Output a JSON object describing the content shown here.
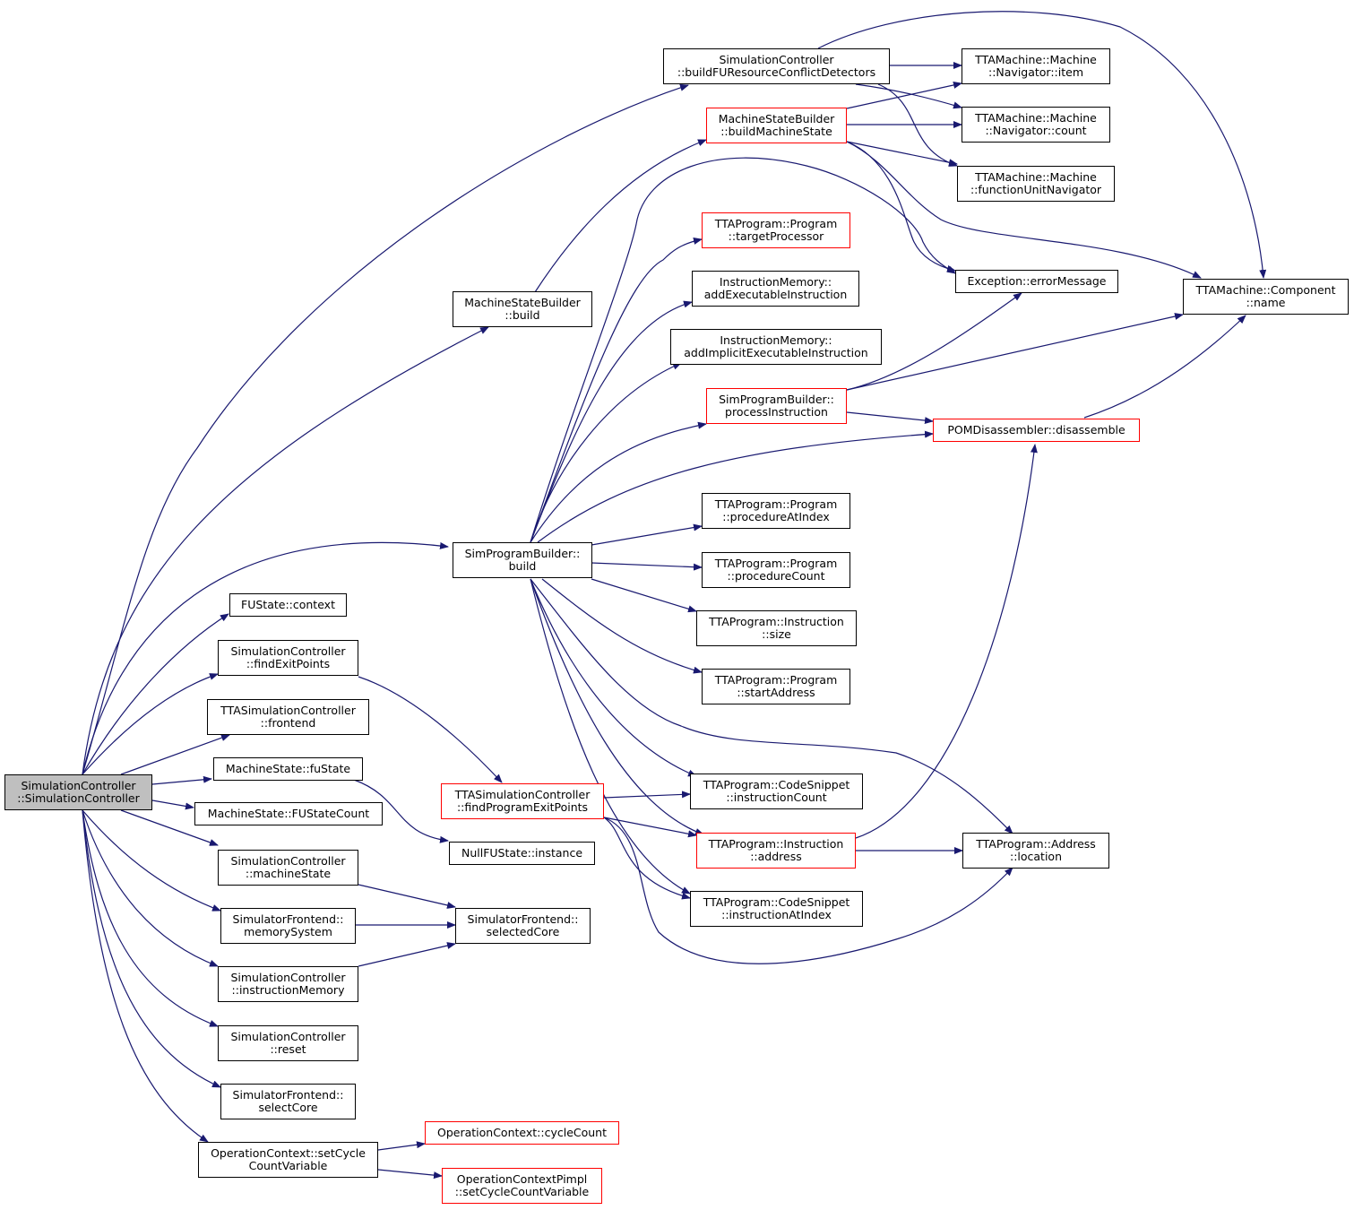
{
  "graph": {
    "edge_color": "#191970",
    "node_border": "#000000",
    "truncated_border": "#ff0000",
    "root_fill": "#bfbfbf"
  },
  "nodes": {
    "root": [
      "SimulationController",
      "::SimulationController"
    ],
    "buildFU": [
      "SimulationController",
      "::buildFUResourceConflictDetectors"
    ],
    "navItem": [
      "TTAMachine::Machine",
      "::Navigator::item"
    ],
    "navCount": [
      "TTAMachine::Machine",
      "::Navigator::count"
    ],
    "fuNav": [
      "TTAMachine::Machine",
      "::functionUnitNavigator"
    ],
    "buildMS": [
      "MachineStateBuilder",
      "::buildMachineState"
    ],
    "targetProc": [
      "TTAProgram::Program",
      "::targetProcessor"
    ],
    "errMsg": [
      "Exception::errorMessage"
    ],
    "compName": [
      "TTAMachine::Component",
      "::name"
    ],
    "msbBuild": [
      "MachineStateBuilder",
      "::build"
    ],
    "addExec": [
      "InstructionMemory::",
      "addExecutableInstruction"
    ],
    "addImpl": [
      "InstructionMemory::",
      "addImplicitExecutableInstruction"
    ],
    "procInstr": [
      "SimProgramBuilder::",
      "processInstruction"
    ],
    "pomDis": [
      "POMDisassembler::disassemble"
    ],
    "procAt": [
      "TTAProgram::Program",
      "::procedureAtIndex"
    ],
    "spbBuild": [
      "SimProgramBuilder::",
      "build"
    ],
    "procCount": [
      "TTAProgram::Program",
      "::procedureCount"
    ],
    "fuCtx": [
      "FUState::context"
    ],
    "instrSize": [
      "TTAProgram::Instruction",
      "::size"
    ],
    "findExit": [
      "SimulationController",
      "::findExitPoints"
    ],
    "startAddr": [
      "TTAProgram::Program",
      "::startAddress"
    ],
    "frontend": [
      "TTASimulationController",
      "::frontend"
    ],
    "fuState": [
      "MachineState::fuState"
    ],
    "instrCountCS": [
      "TTAProgram::CodeSnippet",
      "::instructionCount"
    ],
    "findProgExit": [
      "TTASimulationController",
      "::findProgramExitPoints"
    ],
    "fuStateCount": [
      "MachineState::FUStateCount"
    ],
    "instrAddr": [
      "TTAProgram::Instruction",
      "::address"
    ],
    "addrLoc": [
      "TTAProgram::Address",
      "::location"
    ],
    "nullFU": [
      "NullFUState::instance"
    ],
    "machineState": [
      "SimulationController",
      "::machineState"
    ],
    "instrAtIdx": [
      "TTAProgram::CodeSnippet",
      "::instructionAtIndex"
    ],
    "memSys": [
      "SimulatorFrontend::",
      "memorySystem"
    ],
    "selCore": [
      "SimulatorFrontend::",
      "selectedCore"
    ],
    "instrMem": [
      "SimulationController",
      "::instructionMemory"
    ],
    "reset": [
      "SimulationController",
      "::reset"
    ],
    "selectCore": [
      "SimulatorFrontend::",
      "selectCore"
    ],
    "cycleCount": [
      "OperationContext::cycleCount"
    ],
    "setCycle": [
      "OperationContext::setCycle",
      "CountVariable"
    ],
    "pimplSet": [
      "OperationContextPimpl",
      "::setCycleCountVariable"
    ]
  }
}
